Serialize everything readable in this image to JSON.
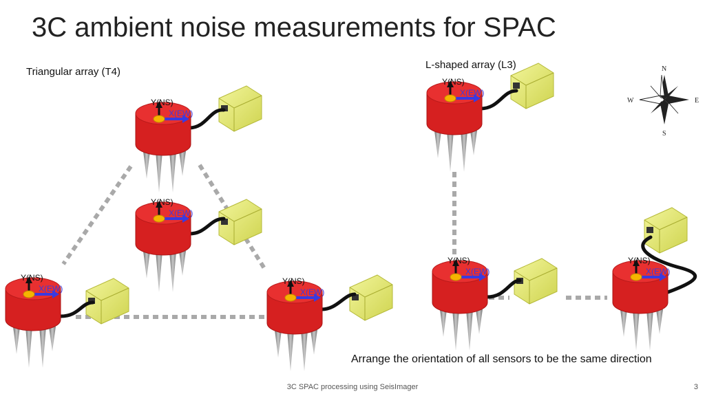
{
  "title": "3C ambient noise measurements for SPAC",
  "triangular_label": "Triangular array (T4)",
  "l_shaped_label": "L-shaped array (L3)",
  "axis_y_label": "Y(NS)",
  "axis_x_label": "X(EW)",
  "note": "Arrange the orientation of all sensors to be the same direction",
  "footer": "3C SPAC processing using SeisImager",
  "page_number": "3",
  "compass": {
    "n": "N",
    "s": "S",
    "e": "E",
    "w": "W"
  },
  "colors": {
    "sensor": "#d62020",
    "recorder": "#e4ea6a",
    "x_arrow": "#3a3ae0",
    "dots": "#a9a9a9"
  }
}
